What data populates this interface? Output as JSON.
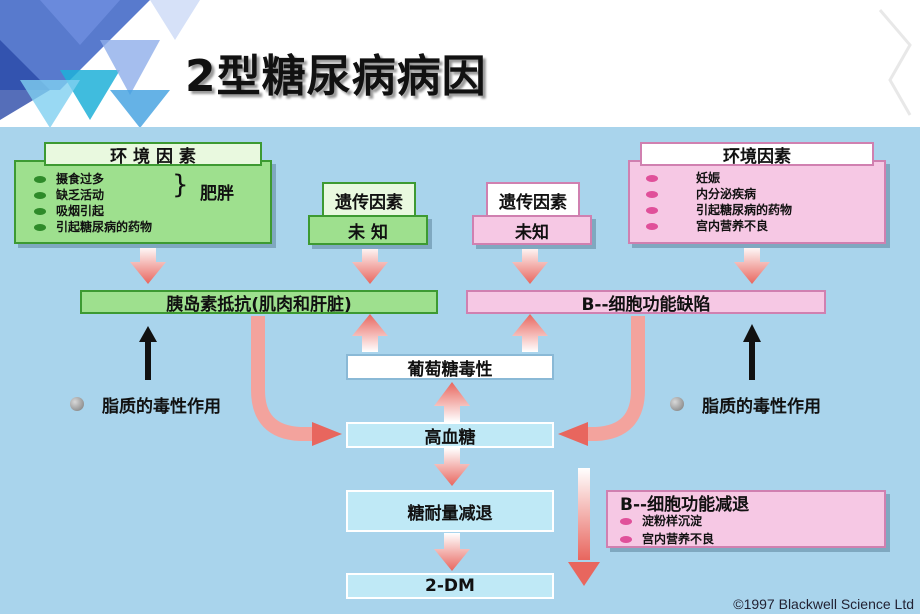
{
  "title": "2型糖尿病病因",
  "left_env": {
    "header": "环 境 因 素",
    "items": [
      "摄食过多",
      "缺乏活动",
      "吸烟引起",
      "引起糖尿病的药物"
    ],
    "brace": "}",
    "result": "肥胖"
  },
  "genetic_left": {
    "header": "遗传因素",
    "value": "未  知"
  },
  "genetic_right": {
    "header": "遗传因素",
    "value": "未知"
  },
  "right_env": {
    "header": "环境因素",
    "items": [
      "妊娠",
      "内分泌疾病",
      "引起糖尿病的药物",
      "宫内营养不良"
    ]
  },
  "insulin_resistance": "胰岛素抵抗(肌肉和肝脏)",
  "beta_defect": "B--细胞功能缺陷",
  "glucose_toxicity": "葡萄糖毒性",
  "lipid_left": "脂质的毒性作用",
  "lipid_right": "脂质的毒性作用",
  "hyperglycemia": "高血糖",
  "glucose_tolerance": "糖耐量减退",
  "t2dm": "2-DM",
  "beta_decline": {
    "header": "B--细胞功能减退",
    "items": [
      "淀粉样沉淀",
      "宫内营养不良"
    ]
  },
  "copyright": "©1997 Blackwell Science Ltd",
  "colors": {
    "panel": "#a9d4ec",
    "green": "#9ee08e",
    "pink": "#f6c8e4",
    "arrow": "#e8665e",
    "teal": "#bfe9f6"
  }
}
